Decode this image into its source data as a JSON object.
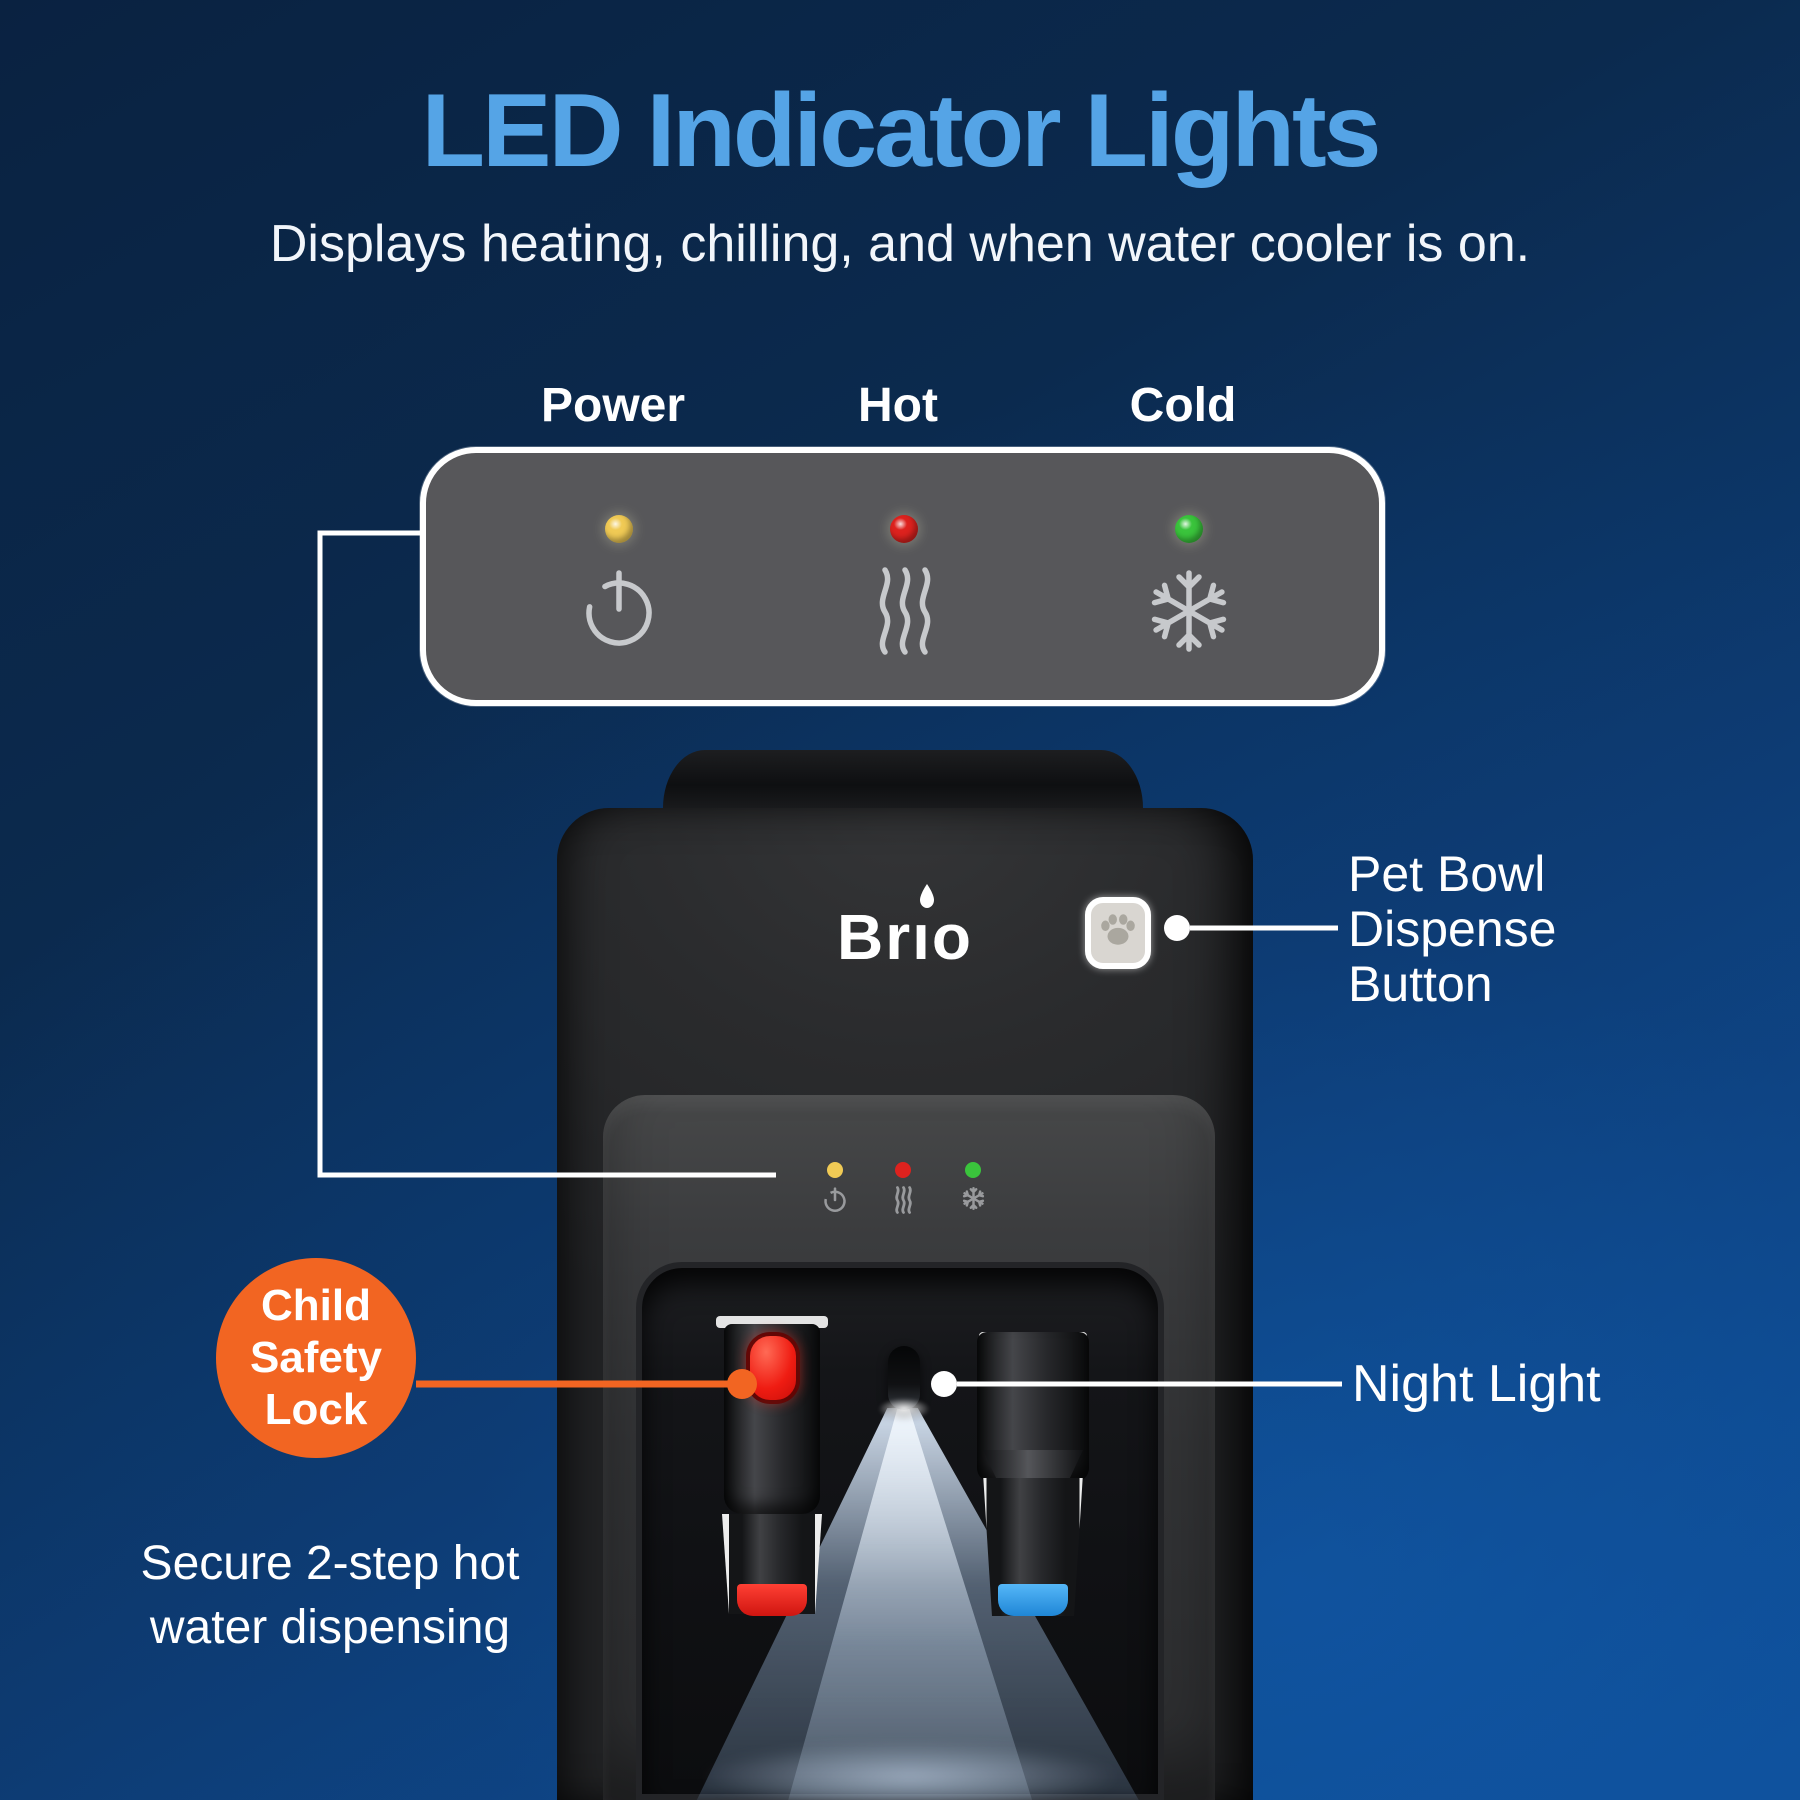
{
  "header": {
    "title": "LED Indicator Lights",
    "subtitle": "Displays heating, chilling, and when water cooler is on."
  },
  "colors": {
    "title_blue": "#55a4e6",
    "accent_orange": "#f26522",
    "power_led": "#f0ca55",
    "hot_led": "#dd221e",
    "cold_led": "#3ac43c"
  },
  "indicator_panel": {
    "columns": [
      {
        "label": "Power",
        "led_color": "#f0ca55",
        "icon": "power-icon"
      },
      {
        "label": "Hot",
        "led_color": "#dd221e",
        "icon": "heat-waves-icon"
      },
      {
        "label": "Cold",
        "led_color": "#3ac43c",
        "icon": "snowflake-icon"
      }
    ]
  },
  "cooler": {
    "brand": "Brıo"
  },
  "callouts": {
    "pet_bowl": {
      "lines": [
        "Pet Bowl",
        "Dispense",
        "Button"
      ]
    },
    "night_light": {
      "label": "Night Light"
    },
    "child_safety": {
      "badge": [
        "Child",
        "Safety",
        "Lock"
      ],
      "note": [
        "Secure 2-step hot",
        "water dispensing"
      ]
    }
  }
}
